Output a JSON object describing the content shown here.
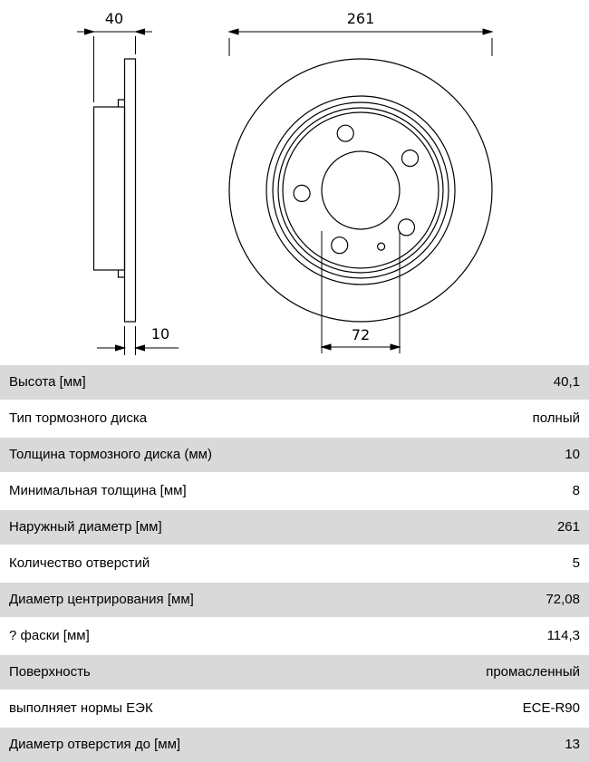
{
  "drawing": {
    "side_view": {
      "width_label": "40",
      "thickness_label": "10"
    },
    "front_view": {
      "outer_diameter_label": "261",
      "center_diameter_label": "72"
    }
  },
  "table": {
    "rows": [
      {
        "label": "Высота [мм]",
        "value": "40,1"
      },
      {
        "label": "Тип тормозного диска",
        "value": "полный"
      },
      {
        "label": "Толщина тормозного диска (мм)",
        "value": "10"
      },
      {
        "label": "Минимальная толщина [мм]",
        "value": "8"
      },
      {
        "label": "Наружный диаметр [мм]",
        "value": "261"
      },
      {
        "label": "Количество отверстий",
        "value": "5"
      },
      {
        "label": "Диаметр центрирования [мм]",
        "value": "72,08"
      },
      {
        "label": "? фаски [мм]",
        "value": "114,3"
      },
      {
        "label": "Поверхность",
        "value": "промасленный"
      },
      {
        "label": "выполняет нормы ЕЭК",
        "value": "ECE-R90"
      },
      {
        "label": "Диаметр отверстия до [мм]",
        "value": "13"
      }
    ]
  },
  "colors": {
    "row_alt": "#d9d9d9",
    "line": "#000000"
  }
}
